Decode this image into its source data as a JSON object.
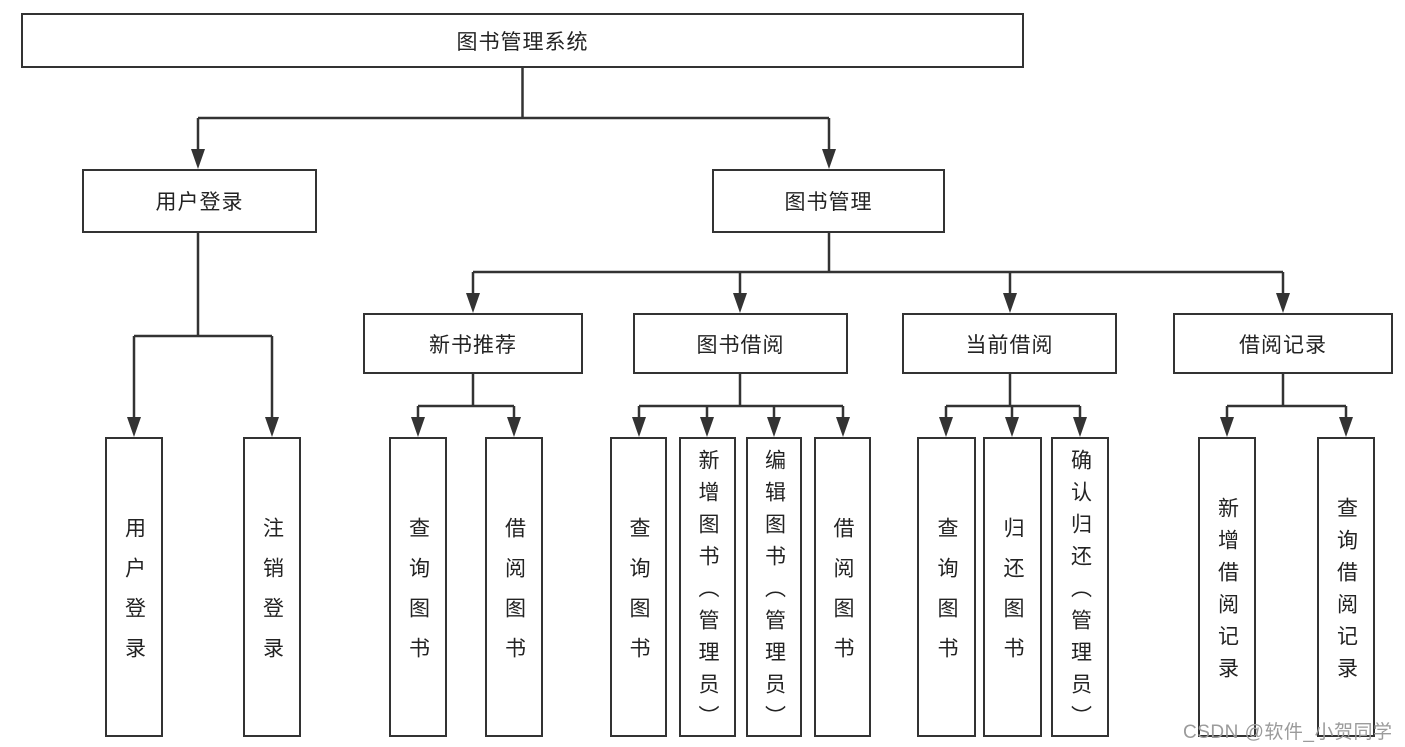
{
  "diagram_title": "图书管理系统",
  "tree": {
    "root": "图书管理系统",
    "children": [
      {
        "label": "用户登录",
        "children": [
          "用户登录",
          "注销登录"
        ]
      },
      {
        "label": "图书管理",
        "children": [
          {
            "label": "新书推荐",
            "children": [
              "查询图书",
              "借阅图书"
            ]
          },
          {
            "label": "图书借阅",
            "children": [
              "查询图书",
              "新增图书（管理员）",
              "编辑图书（管理员）",
              "借阅图书"
            ]
          },
          {
            "label": "当前借阅",
            "children": [
              "查询图书",
              "归还图书",
              "确认归还（管理员）"
            ]
          },
          {
            "label": "借阅记录",
            "children": [
              "新增借阅记录",
              "查询借阅记录"
            ]
          }
        ]
      }
    ]
  },
  "watermark": "CSDN @软件_小贺同学",
  "colors": {
    "line": "#333333",
    "box_border": "#333333",
    "text": "#232323",
    "watermark": "#9b9b9b",
    "background": "#ffffff"
  },
  "node_type": "flowchart-hierarchy"
}
